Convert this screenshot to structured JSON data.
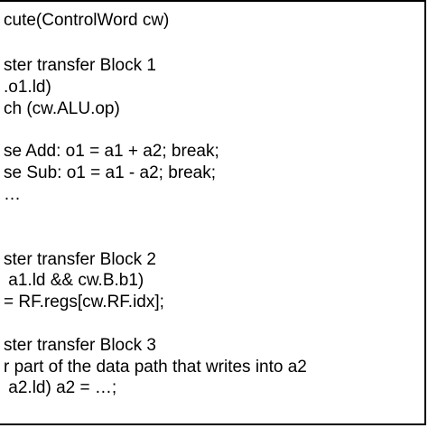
{
  "code": {
    "lines": [
      "cute(ControlWord cw)",
      "ster transfer Block 1",
      ".o1.ld)",
      "ch (cw.ALU.op)",
      "se Add: o1 = a1 + a2; break;",
      "se Sub: o1 = a1 - a2; break;",
      "…",
      "ster transfer Block 2",
      " a1.ld && cw.B.b1)",
      "= RF.regs[cw.RF.idx];",
      "ster transfer Block 3",
      "r part of the data path that writes into a2",
      " a2.ld) a2 = …;"
    ]
  }
}
